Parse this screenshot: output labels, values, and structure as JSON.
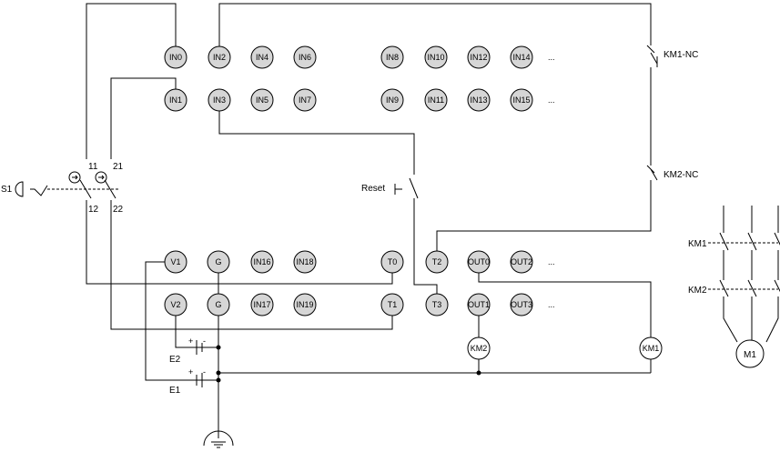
{
  "inputs_row1": [
    "IN0",
    "IN2",
    "IN4",
    "IN6",
    "IN8",
    "IN10",
    "IN12",
    "IN14"
  ],
  "inputs_row2": [
    "IN1",
    "IN3",
    "IN5",
    "IN7",
    "IN9",
    "IN11",
    "IN13",
    "IN15"
  ],
  "bottom_row1": [
    "V1",
    "G",
    "IN16",
    "IN18",
    "T0",
    "T2",
    "OUT0",
    "OUT2"
  ],
  "bottom_row2": [
    "V2",
    "G",
    "IN17",
    "IN19",
    "T1",
    "T3",
    "OUT1",
    "OUT3"
  ],
  "ellipsis": "...",
  "labels": {
    "km1_nc": "KM1-NC",
    "km2_nc": "KM2-NC",
    "reset": "Reset",
    "s1": "S1",
    "c11": "11",
    "c21": "21",
    "c12": "12",
    "c22": "22",
    "km2_coil": "KM2",
    "km1_coil": "KM1",
    "e2": "E2",
    "e1": "E1",
    "plus": "+",
    "minus": "-",
    "km1_contacts": "KM1",
    "km2_contacts": "KM2",
    "motor": "M1"
  }
}
